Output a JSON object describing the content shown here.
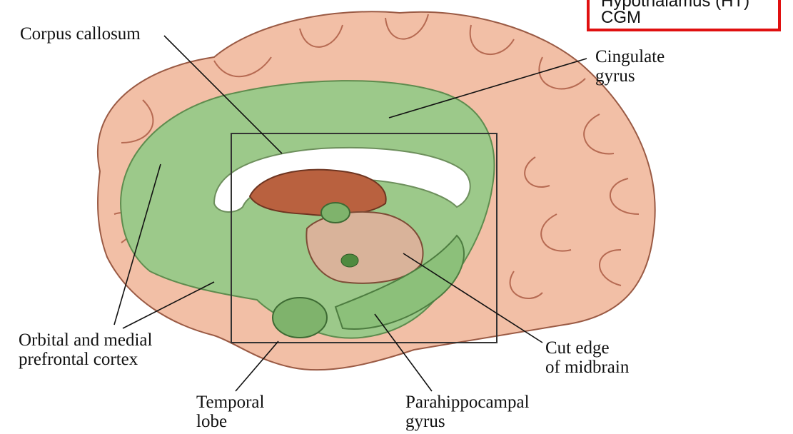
{
  "labels": {
    "corpus_callosum": "Corpus callosum",
    "cingulate_gyrus": "Cingulate\ngyrus",
    "orbital_medial": "Orbital and medial\nprefrontal cortex",
    "temporal_lobe": "Temporal\nlobe",
    "parahippocampal": "Parahippocampal\ngyrus",
    "cut_edge": "Cut edge\nof midbrain"
  },
  "legend_box": {
    "line1": "Hypothalamus (HT)",
    "line2": "CGM"
  },
  "colors": {
    "cortex_pink": "#f2bfa6",
    "limbic_green": "#9cc98a",
    "thalamus_brown": "#b9613f",
    "box_border": "#e01010"
  }
}
